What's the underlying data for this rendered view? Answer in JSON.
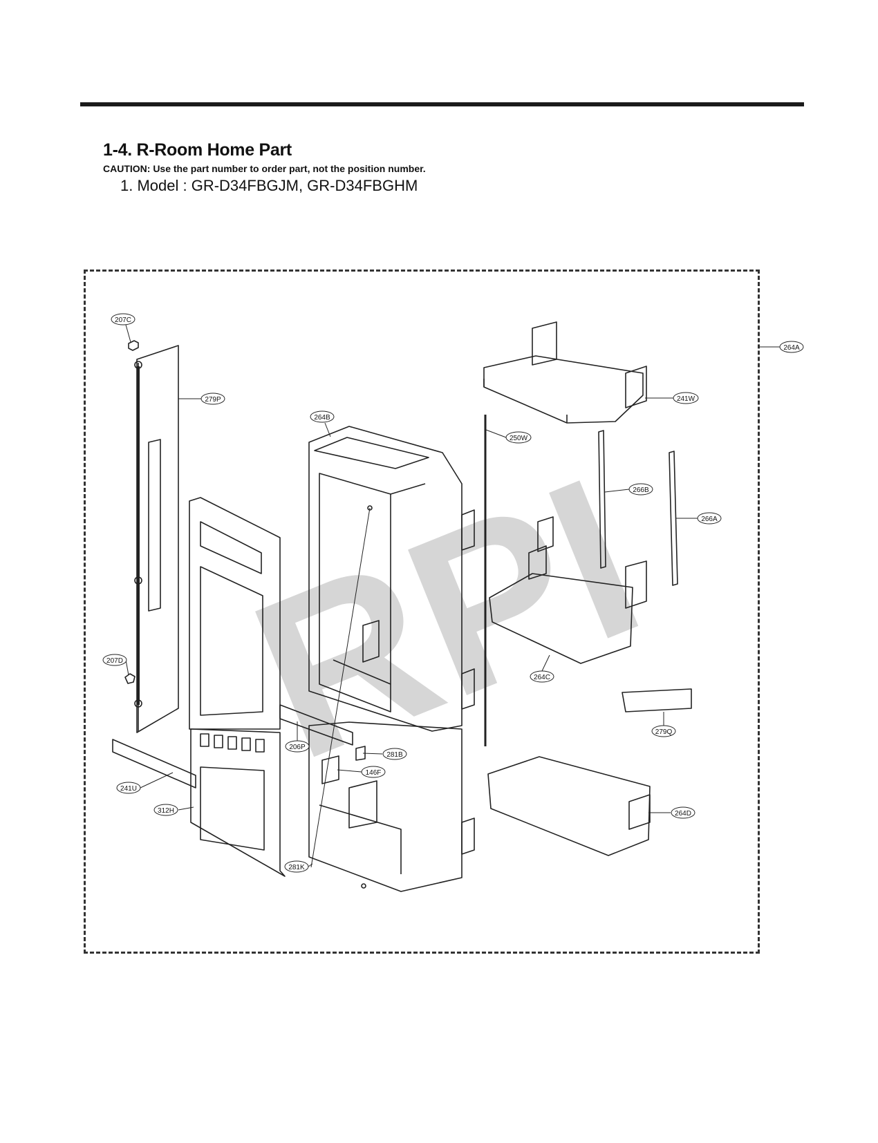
{
  "header": {
    "title": "1-4. R-Room Home Part",
    "caution": "CAUTION: Use the part number to order part, not the position number.",
    "model": "1. Model : GR-D34FBGJM, GR-D34FBGHM"
  },
  "watermark": "RPI",
  "callouts": {
    "c207C": "207C",
    "c279P": "279P",
    "c264B": "264B",
    "c250W": "250W",
    "c241W": "241W",
    "c264A": "264A",
    "c266B": "266B",
    "c266A": "266A",
    "c207D": "207D",
    "c264C": "264C",
    "c279Q": "279Q",
    "c206P": "206P",
    "c281B": "281B",
    "c146F": "146F",
    "c241U": "241U",
    "c312H": "312H",
    "c264D": "264D",
    "c281K": "281K"
  }
}
